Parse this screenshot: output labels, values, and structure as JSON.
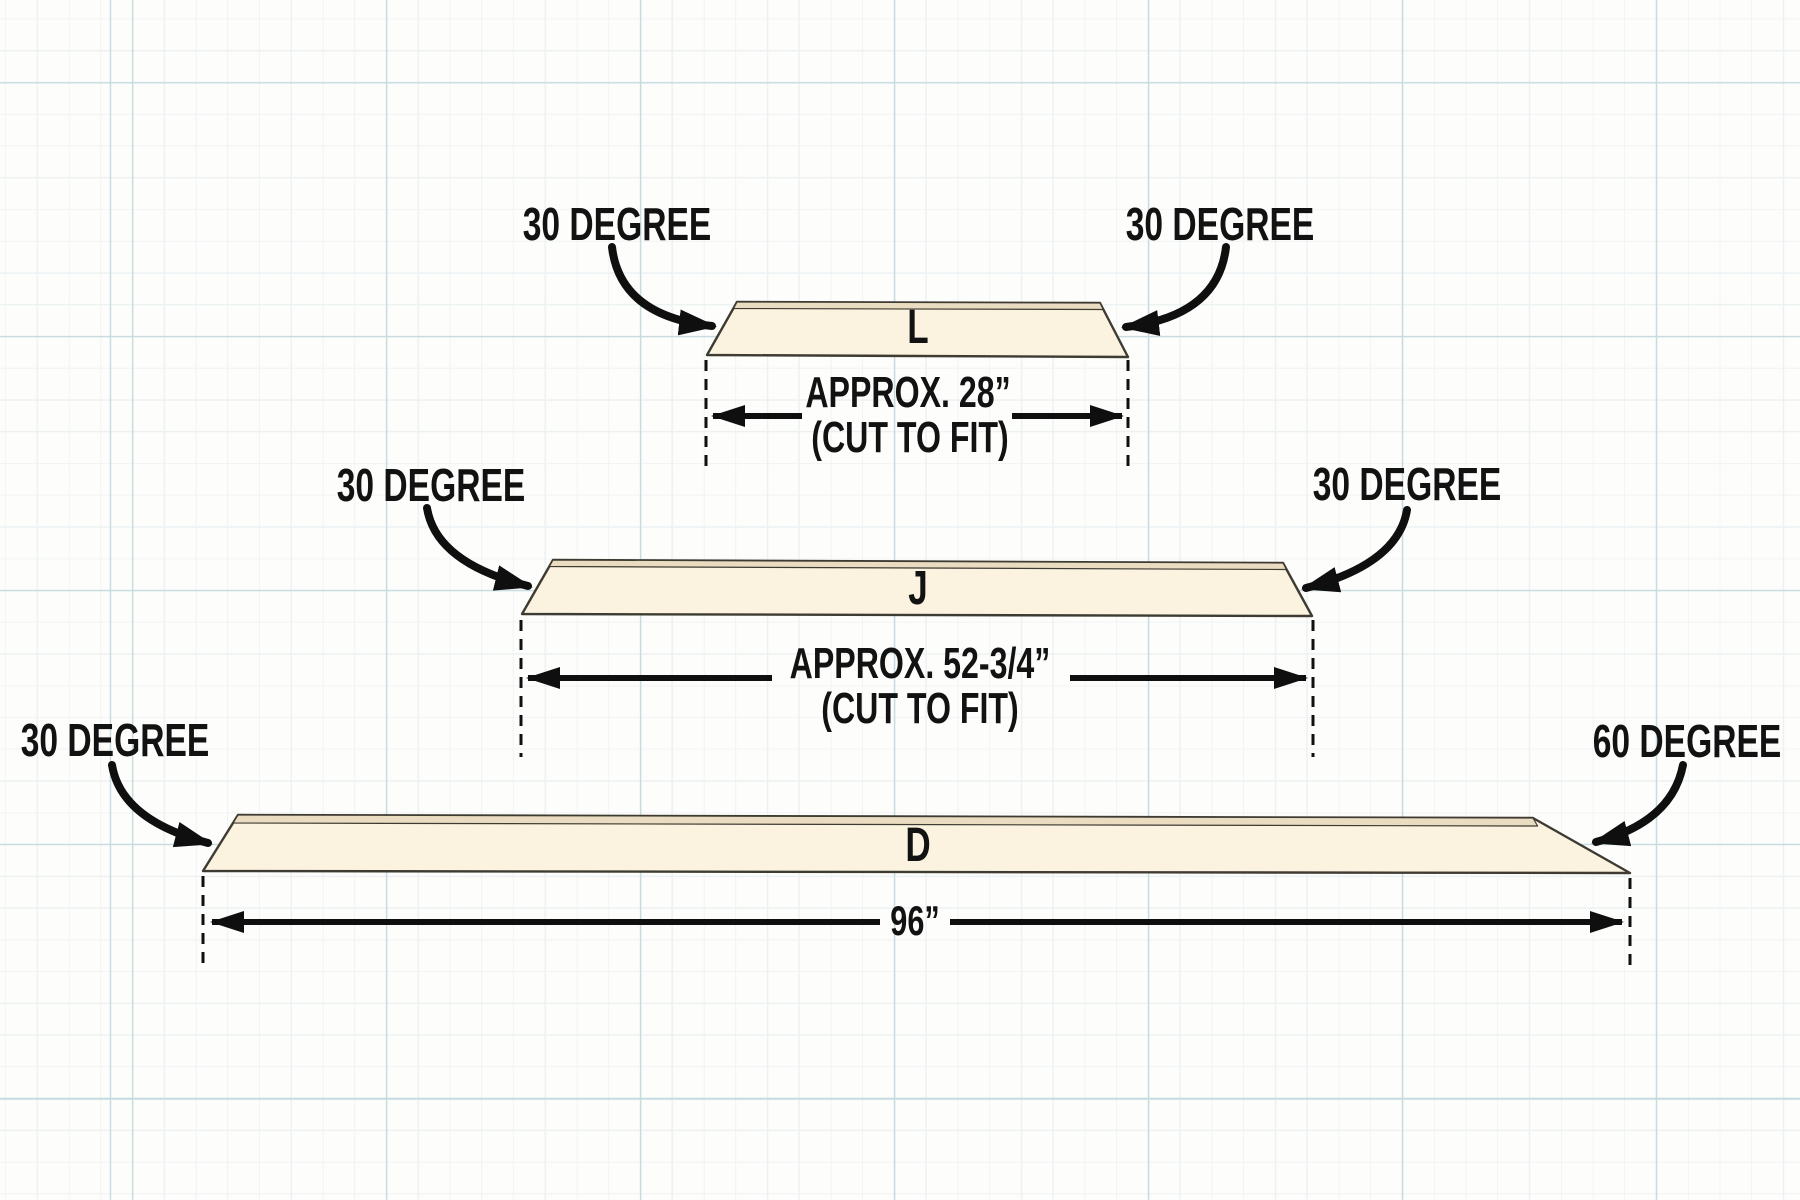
{
  "diagram_title": "board-cut-diagram",
  "colors": {
    "board_fill": "#fbf3df",
    "board_top_edge_fill": "#e9dcc0",
    "board_outline": "#3e3b32",
    "arrow_color": "#0f0f0f",
    "text_color": "#121212",
    "grid_minor": "#ecf1f2",
    "grid_major": "#c7dce0",
    "background": "#fdfdfb"
  },
  "boards": [
    {
      "id": "L",
      "label": "L",
      "angle_left": "30 DEGREE",
      "angle_right": "30 DEGREE",
      "dim_line1": "APPROX. 28”",
      "dim_line2": "(CUT TO FIT)"
    },
    {
      "id": "J",
      "label": "J",
      "angle_left": "30 DEGREE",
      "angle_right": "30 DEGREE",
      "dim_line1": "APPROX. 52-3/4”",
      "dim_line2": "(CUT TO FIT)"
    },
    {
      "id": "D",
      "label": "D",
      "angle_left": "30 DEGREE",
      "angle_right": "60 DEGREE",
      "dim_line1": "96”"
    }
  ]
}
